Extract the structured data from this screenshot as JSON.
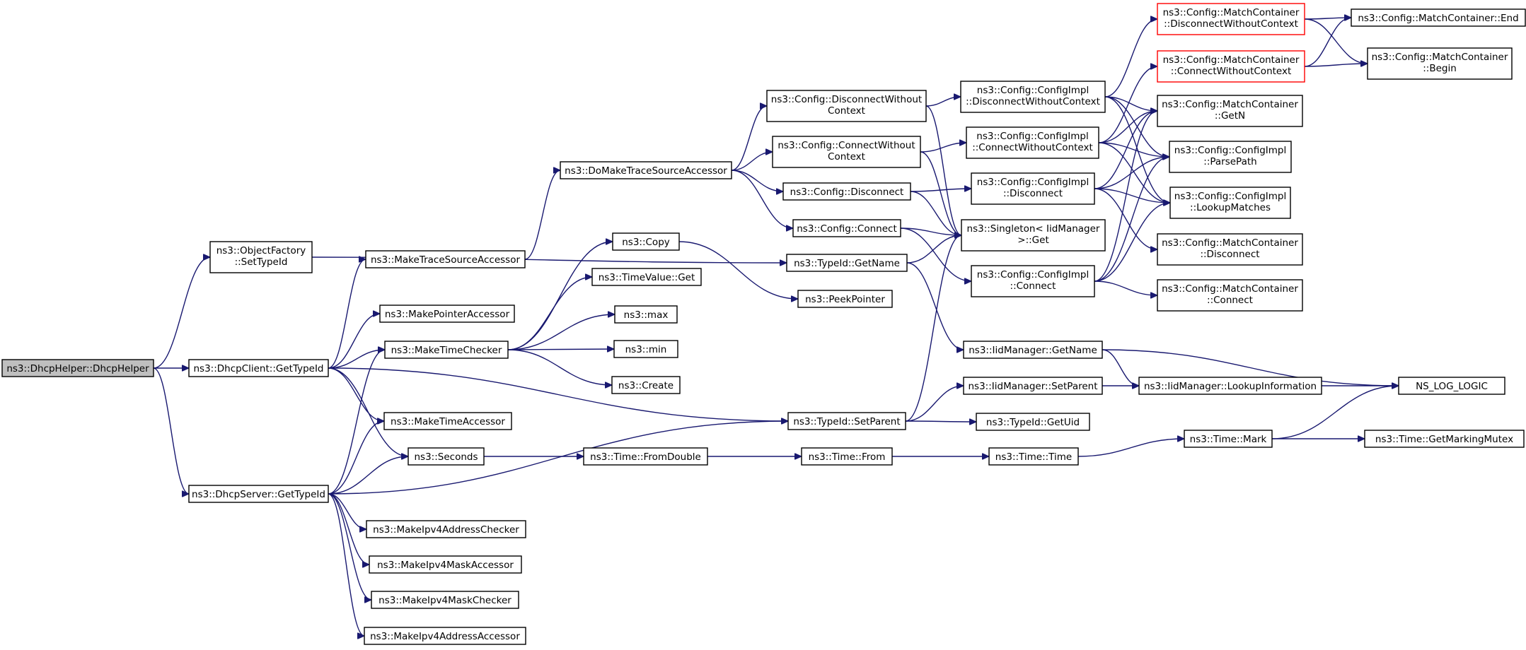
{
  "diagram": {
    "type": "call-graph",
    "nodes": [
      {
        "id": "dhcphelper",
        "lines": [
          "ns3::DhcpHelper::DhcpHelper"
        ],
        "root": true
      },
      {
        "id": "objfactory",
        "lines": [
          "ns3::ObjectFactory",
          "::SetTypeId"
        ]
      },
      {
        "id": "dhcpclient",
        "lines": [
          "ns3::DhcpClient::GetTypeId"
        ]
      },
      {
        "id": "dhcpserver",
        "lines": [
          "ns3::DhcpServer::GetTypeId"
        ]
      },
      {
        "id": "maketracesrc",
        "lines": [
          "ns3::MakeTraceSourceAccessor"
        ]
      },
      {
        "id": "makeptracc",
        "lines": [
          "ns3::MakePointerAccessor"
        ]
      },
      {
        "id": "maketimechk",
        "lines": [
          "ns3::MakeTimeChecker"
        ]
      },
      {
        "id": "maketimeacc",
        "lines": [
          "ns3::MakeTimeAccessor"
        ]
      },
      {
        "id": "seconds",
        "lines": [
          "ns3::Seconds"
        ]
      },
      {
        "id": "mkipv4addrchk",
        "lines": [
          "ns3::MakeIpv4AddressChecker"
        ]
      },
      {
        "id": "mkipv4maskacc",
        "lines": [
          "ns3::MakeIpv4MaskAccessor"
        ]
      },
      {
        "id": "mkipv4maskchk",
        "lines": [
          "ns3::MakeIpv4MaskChecker"
        ]
      },
      {
        "id": "mkipv4addracc",
        "lines": [
          "ns3::MakeIpv4AddressAccessor"
        ]
      },
      {
        "id": "domaketrace",
        "lines": [
          "ns3::DoMakeTraceSourceAccessor"
        ]
      },
      {
        "id": "copy",
        "lines": [
          "ns3::Copy"
        ]
      },
      {
        "id": "timevalueget",
        "lines": [
          "ns3::TimeValue::Get"
        ]
      },
      {
        "id": "max",
        "lines": [
          "ns3::max"
        ]
      },
      {
        "id": "min",
        "lines": [
          "ns3::min"
        ]
      },
      {
        "id": "create",
        "lines": [
          "ns3::Create"
        ]
      },
      {
        "id": "fromdouble",
        "lines": [
          "ns3::Time::FromDouble"
        ]
      },
      {
        "id": "cfgdiscwoctx",
        "lines": [
          "ns3::Config::DisconnectWithout",
          "Context"
        ]
      },
      {
        "id": "cfgconnwoctx",
        "lines": [
          "ns3::Config::ConnectWithout",
          "Context"
        ]
      },
      {
        "id": "cfgdisconnect",
        "lines": [
          "ns3::Config::Disconnect"
        ]
      },
      {
        "id": "cfgconnect",
        "lines": [
          "ns3::Config::Connect"
        ]
      },
      {
        "id": "typeidgetname",
        "lines": [
          "ns3::TypeId::GetName"
        ]
      },
      {
        "id": "peekpointer",
        "lines": [
          "ns3::PeekPointer"
        ]
      },
      {
        "id": "typeidsetparent",
        "lines": [
          "ns3::TypeId::SetParent"
        ]
      },
      {
        "id": "timefrom",
        "lines": [
          "ns3::Time::From"
        ]
      },
      {
        "id": "implDiscWo",
        "lines": [
          "ns3::Config::ConfigImpl",
          "::DisconnectWithoutContext"
        ]
      },
      {
        "id": "implConnWo",
        "lines": [
          "ns3::Config::ConfigImpl",
          "::ConnectWithoutContext"
        ]
      },
      {
        "id": "implDisc",
        "lines": [
          "ns3::Config::ConfigImpl",
          "::Disconnect"
        ]
      },
      {
        "id": "singletonget",
        "lines": [
          "ns3::Singleton< IidManager",
          ">::Get"
        ]
      },
      {
        "id": "implConn",
        "lines": [
          "ns3::Config::ConfigImpl",
          "::Connect"
        ]
      },
      {
        "id": "iidgetname",
        "lines": [
          "ns3::IidManager::GetName"
        ]
      },
      {
        "id": "iidsetparent",
        "lines": [
          "ns3::IidManager::SetParent"
        ]
      },
      {
        "id": "typeidgetuid",
        "lines": [
          "ns3::TypeId::GetUid"
        ]
      },
      {
        "id": "timetime",
        "lines": [
          "ns3::Time::Time"
        ]
      },
      {
        "id": "mcDiscWo",
        "lines": [
          "ns3::Config::MatchContainer",
          "::DisconnectWithoutContext"
        ],
        "truncated": true
      },
      {
        "id": "mcConnWo",
        "lines": [
          "ns3::Config::MatchContainer",
          "::ConnectWithoutContext"
        ],
        "truncated": true
      },
      {
        "id": "mcGetN",
        "lines": [
          "ns3::Config::MatchContainer",
          "::GetN"
        ]
      },
      {
        "id": "parsepath",
        "lines": [
          "ns3::Config::ConfigImpl",
          "::ParsePath"
        ]
      },
      {
        "id": "lookupmatches",
        "lines": [
          "ns3::Config::ConfigImpl",
          "::LookupMatches"
        ]
      },
      {
        "id": "mcDisconnect",
        "lines": [
          "ns3::Config::MatchContainer",
          "::Disconnect"
        ]
      },
      {
        "id": "mcConnect",
        "lines": [
          "ns3::Config::MatchContainer",
          "::Connect"
        ]
      },
      {
        "id": "iidlookup",
        "lines": [
          "ns3::IidManager::LookupInformation"
        ]
      },
      {
        "id": "timemark",
        "lines": [
          "ns3::Time::Mark"
        ]
      },
      {
        "id": "mcEnd",
        "lines": [
          "ns3::Config::MatchContainer::End"
        ]
      },
      {
        "id": "mcBegin",
        "lines": [
          "ns3::Config::MatchContainer",
          "::Begin"
        ]
      },
      {
        "id": "nsloglogic",
        "lines": [
          "NS_LOG_LOGIC"
        ]
      },
      {
        "id": "getmarkingmutex",
        "lines": [
          "ns3::Time::GetMarkingMutex"
        ]
      }
    ],
    "edges": [
      [
        "dhcphelper",
        "objfactory"
      ],
      [
        "dhcphelper",
        "dhcpclient"
      ],
      [
        "dhcphelper",
        "dhcpserver"
      ],
      [
        "objfactory",
        "typeidgetname"
      ],
      [
        "dhcpclient",
        "maketracesrc"
      ],
      [
        "dhcpclient",
        "makeptracc"
      ],
      [
        "dhcpclient",
        "maketimechk"
      ],
      [
        "dhcpclient",
        "maketimeacc"
      ],
      [
        "dhcpclient",
        "seconds"
      ],
      [
        "dhcpclient",
        "typeidsetparent"
      ],
      [
        "dhcpserver",
        "maketimechk"
      ],
      [
        "dhcpserver",
        "maketimeacc"
      ],
      [
        "dhcpserver",
        "seconds"
      ],
      [
        "dhcpserver",
        "mkipv4addrchk"
      ],
      [
        "dhcpserver",
        "mkipv4maskacc"
      ],
      [
        "dhcpserver",
        "mkipv4maskchk"
      ],
      [
        "dhcpserver",
        "mkipv4addracc"
      ],
      [
        "dhcpserver",
        "typeidsetparent"
      ],
      [
        "maketracesrc",
        "domaketrace"
      ],
      [
        "maketimechk",
        "copy"
      ],
      [
        "maketimechk",
        "timevalueget"
      ],
      [
        "maketimechk",
        "max"
      ],
      [
        "maketimechk",
        "min"
      ],
      [
        "maketimechk",
        "create"
      ],
      [
        "seconds",
        "fromdouble"
      ],
      [
        "fromdouble",
        "timefrom"
      ],
      [
        "timefrom",
        "timetime"
      ],
      [
        "timetime",
        "timemark"
      ],
      [
        "timemark",
        "nsloglogic"
      ],
      [
        "timemark",
        "getmarkingmutex"
      ],
      [
        "copy",
        "peekpointer"
      ],
      [
        "domaketrace",
        "cfgdiscwoctx"
      ],
      [
        "domaketrace",
        "cfgconnwoctx"
      ],
      [
        "domaketrace",
        "cfgdisconnect"
      ],
      [
        "domaketrace",
        "cfgconnect"
      ],
      [
        "cfgdiscwoctx",
        "implDiscWo"
      ],
      [
        "cfgdiscwoctx",
        "singletonget"
      ],
      [
        "cfgconnwoctx",
        "implConnWo"
      ],
      [
        "cfgconnwoctx",
        "singletonget"
      ],
      [
        "cfgdisconnect",
        "implDisc"
      ],
      [
        "cfgdisconnect",
        "singletonget"
      ],
      [
        "cfgconnect",
        "singletonget"
      ],
      [
        "cfgconnect",
        "implConn"
      ],
      [
        "typeidgetname",
        "singletonget"
      ],
      [
        "typeidgetname",
        "iidgetname"
      ],
      [
        "typeidsetparent",
        "singletonget"
      ],
      [
        "typeidsetparent",
        "iidsetparent"
      ],
      [
        "typeidsetparent",
        "typeidgetuid"
      ],
      [
        "implDiscWo",
        "mcDiscWo"
      ],
      [
        "implDiscWo",
        "mcGetN"
      ],
      [
        "implDiscWo",
        "parsepath"
      ],
      [
        "implDiscWo",
        "lookupmatches"
      ],
      [
        "implConnWo",
        "mcConnWo"
      ],
      [
        "implConnWo",
        "mcGetN"
      ],
      [
        "implConnWo",
        "parsepath"
      ],
      [
        "implConnWo",
        "lookupmatches"
      ],
      [
        "implDisc",
        "mcGetN"
      ],
      [
        "implDisc",
        "parsepath"
      ],
      [
        "implDisc",
        "lookupmatches"
      ],
      [
        "implDisc",
        "mcDisconnect"
      ],
      [
        "implConn",
        "mcGetN"
      ],
      [
        "implConn",
        "parsepath"
      ],
      [
        "implConn",
        "lookupmatches"
      ],
      [
        "implConn",
        "mcConnect"
      ],
      [
        "mcDiscWo",
        "mcEnd"
      ],
      [
        "mcDiscWo",
        "mcBegin"
      ],
      [
        "mcConnWo",
        "mcEnd"
      ],
      [
        "mcConnWo",
        "mcBegin"
      ],
      [
        "iidgetname",
        "iidlookup"
      ],
      [
        "iidgetname",
        "nsloglogic"
      ],
      [
        "iidsetparent",
        "iidlookup"
      ],
      [
        "iidlookup",
        "nsloglogic"
      ]
    ]
  }
}
